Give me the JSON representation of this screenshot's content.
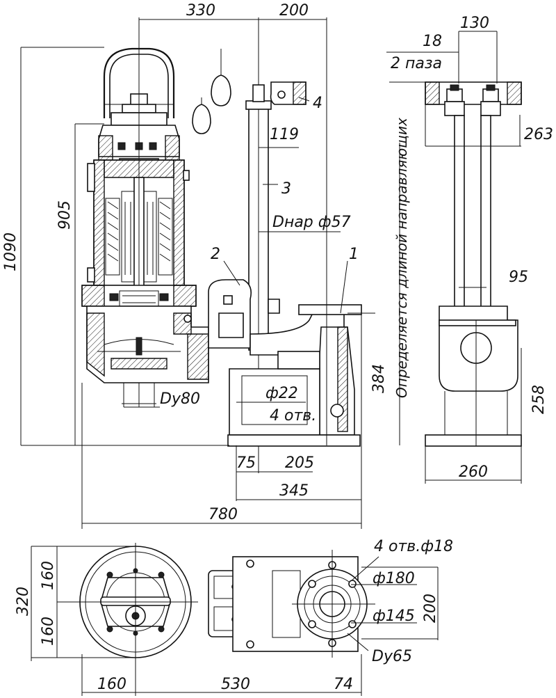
{
  "labels": {
    "dim_330": "330",
    "dim_200_top": "200",
    "dim_130": "130",
    "dim_18": "18",
    "slots": "2 паза",
    "item_4": "4",
    "dim_119": "119",
    "item_3": "3",
    "outer_diameter": "Dнар ф57",
    "dim_263": "263",
    "dim_1090": "1090",
    "dim_905": "905",
    "item_2": "2",
    "item_1": "1",
    "guide_length_note": "Определяется длиной направляющих",
    "dim_95": "95",
    "dim_384": "384",
    "dim_258": "258",
    "dy80": "Dy80",
    "hole_dia_22": "ф22",
    "holes_4": "4 отв.",
    "dim_75": "75",
    "dim_205": "205",
    "dim_260": "260",
    "dim_345": "345",
    "dim_780": "780",
    "holes_4_dia18": "4 отв.ф18",
    "dia_180": "ф180",
    "dia_145": "ф145",
    "dim_200_right": "200",
    "dy65": "Dy65",
    "dim_320": "320",
    "dim_160_top": "160",
    "dim_160_bottom": "160",
    "dim_160_base": "160",
    "dim_530": "530",
    "dim_74": "74"
  }
}
